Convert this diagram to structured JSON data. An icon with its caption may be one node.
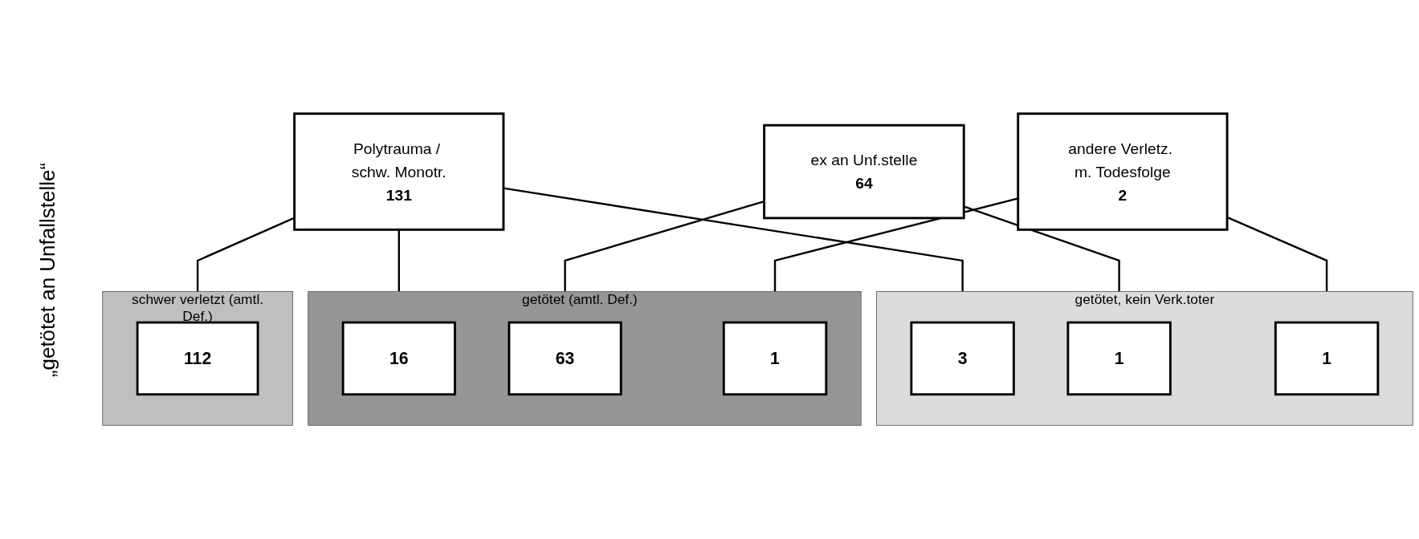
{
  "diagram": {
    "nodes": [
      {
        "text": [
          "schwer verletzt (amtl. Def.)"
        ]
      },
      {
        "text": [
          "getötet (amtl. Def.)"
        ]
      },
      {
        "text": [
          "getötet, kein Verk.toter"
        ]
      },
      {
        "text": [
          "Polytrauma / schw. Monotr.",
          "131"
        ]
      },
      {
        "text": [
          "112"
        ],
        "in": 0
      },
      {
        "text": [
          "16"
        ],
        "in": 1
      },
      {
        "text": [
          "3"
        ],
        "in": 2
      },
      {
        "text": [
          "ex an Unf.stelle",
          "64"
        ]
      },
      {
        "text": [
          "63"
        ],
        "in": 1
      },
      {
        "text": [
          "1"
        ],
        "in": 2
      },
      {
        "text": [
          "andere Verletz. m. Todesfolge",
          "2"
        ]
      },
      {
        "text": [
          "1"
        ],
        "in": 1
      },
      {
        "text": [
          "1"
        ],
        "in": 2
      }
    ],
    "edges": [
      {
        "from": 3,
        "to": 4,
        "arrow": "none"
      },
      {
        "from": 3,
        "to": 5,
        "arrow": "none"
      },
      {
        "from": 3,
        "to": 6,
        "arrow": "none"
      },
      {
        "from": 7,
        "to": 8,
        "arrow": "none"
      },
      {
        "from": 7,
        "to": 9,
        "arrow": "none"
      },
      {
        "from": 10,
        "to": 11,
        "arrow": "none"
      },
      {
        "from": 10,
        "to": 12,
        "arrow": "none"
      }
    ],
    "labels": [
      "„getötet an Unfallstelle“"
    ]
  }
}
